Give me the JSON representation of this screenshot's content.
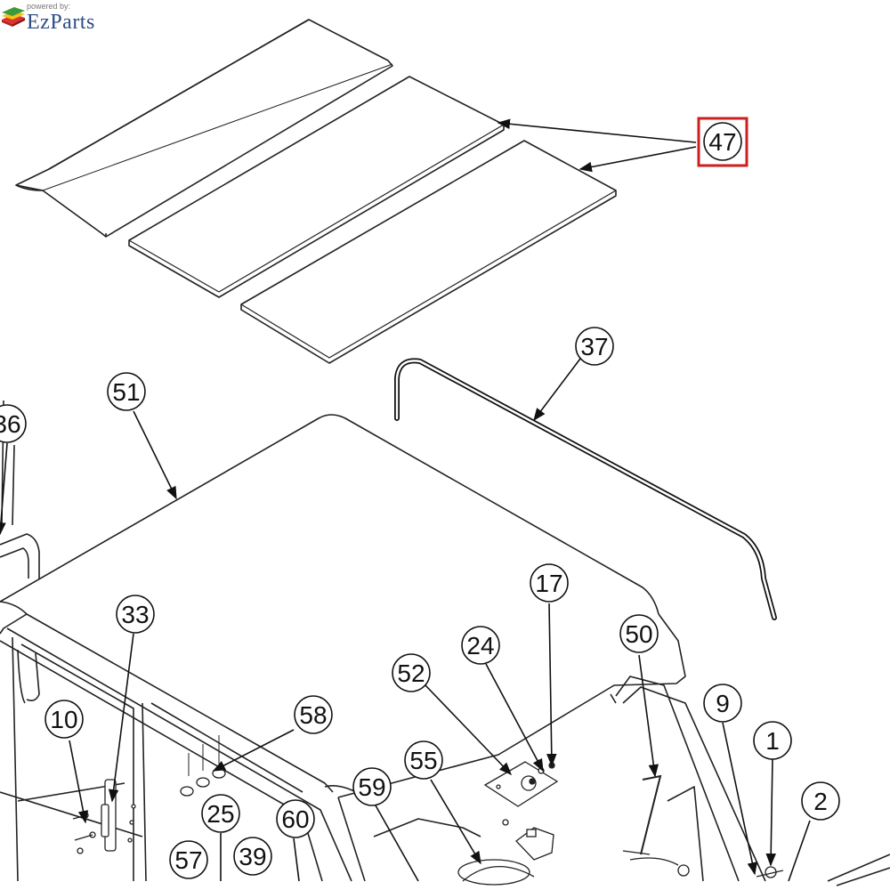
{
  "logo": {
    "tagline": "powered by:",
    "name": "EzParts"
  },
  "highlight_color": "#cc1f1f",
  "callouts": [
    {
      "id": "c47",
      "label": "47",
      "highlighted": true
    },
    {
      "id": "c37",
      "label": "37"
    },
    {
      "id": "c51",
      "label": "51"
    },
    {
      "id": "c36",
      "label": "36"
    },
    {
      "id": "c33",
      "label": "33"
    },
    {
      "id": "c17",
      "label": "17"
    },
    {
      "id": "c24",
      "label": "24"
    },
    {
      "id": "c50",
      "label": "50"
    },
    {
      "id": "c52",
      "label": "52"
    },
    {
      "id": "c10",
      "label": "10"
    },
    {
      "id": "c58",
      "label": "58"
    },
    {
      "id": "c55",
      "label": "55"
    },
    {
      "id": "c59",
      "label": "59"
    },
    {
      "id": "c9",
      "label": "9"
    },
    {
      "id": "c1",
      "label": "1"
    },
    {
      "id": "c2",
      "label": "2"
    },
    {
      "id": "c25",
      "label": "25"
    },
    {
      "id": "c60",
      "label": "60"
    },
    {
      "id": "c57",
      "label": "57"
    },
    {
      "id": "c39",
      "label": "39"
    }
  ]
}
